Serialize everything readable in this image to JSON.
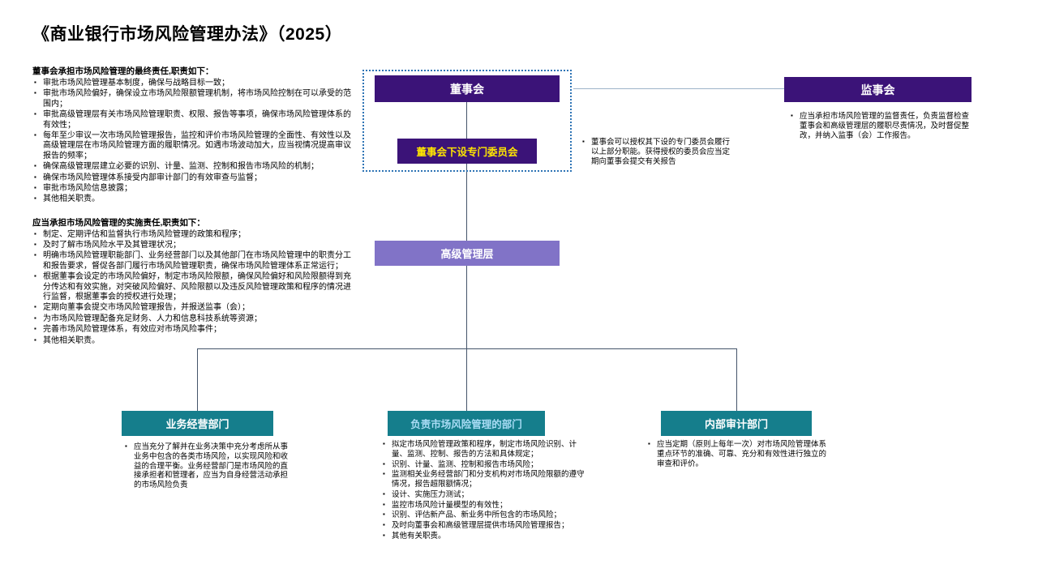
{
  "title": "《商业银行市场风险管理办法》（2025）",
  "left": {
    "section1": {
      "heading": "董事会承担市场风险管理的最终责任,职责如下：",
      "bullets": [
        "审批市场风险管理基本制度，确保与战略目标一致；",
        "审批市场风险偏好，确保设立市场风险限额管理机制，将市场风险控制在可以承受的范围内；",
        "审批高级管理层有关市场风险管理职责、权限、报告等事项，确保市场风险管理体系的有效性；",
        "每年至少审议一次市场风险管理报告，监控和评价市场风险管理的全面性、有效性以及高级管理层在市场风险管理方面的履职情况。如遇市场波动加大，应当视情况提高审议报告的频率；",
        "确保高级管理层建立必要的识别、计量、监测、控制和报告市场风险的机制；",
        "确保市场风险管理体系接受内部审计部门的有效审查与监督；",
        "审批市场风险信息披露；",
        "其他相关职责。"
      ]
    },
    "section2": {
      "heading": "应当承担市场风险管理的实施责任,职责如下：",
      "bullets": [
        "制定、定期评估和监督执行市场风险管理的政策和程序；",
        "及时了解市场风险水平及其管理状况；",
        "明确市场风险管理职能部门、业务经营部门以及其他部门在市场风险管理中的职责分工和报告要求，督促各部门履行市场风险管理职责，确保市场风险管理体系正常运行；",
        "根据董事会设定的市场风险偏好，制定市场风险限额，确保风险偏好和风险限额得到充分传达和有效实施，对突破风险偏好、风险限额以及违反风险管理政策和程序的情况进行监督，根据董事会的授权进行处理；",
        "定期向董事会提交市场风险管理报告，并报送监事（会）；",
        "为市场风险管理配备充足财务、人力和信息科技系统等资源；",
        "完善市场风险管理体系，有效应对市场风险事件；",
        "其他相关职责。"
      ]
    }
  },
  "chart": {
    "board": "董事会",
    "board_committee": "董事会下设专门委员会",
    "supervisors": "监事会",
    "senior_mgmt": "高级管理层",
    "business_dept": "业务经营部门",
    "risk_dept": "负责市场风险管理的部门",
    "audit_dept": "内部审计部门"
  },
  "notes": {
    "committee_note": "董事会可以授权其下设的专门委员会履行以上部分职能。获得授权的委员会应当定期向董事会提交有关报告",
    "supervisors_note": "应当承担市场风险管理的监督责任，负责监督检查董事会和高级管理层的履职尽责情况，及时督促整改，并纳入监事（会）工作报告。"
  },
  "bottom": {
    "business": {
      "bullets": [
        "应当充分了解并在业务决策中充分考虑所从事业务中包含的各类市场风险，以实现风险和收益的合理平衡。业务经营部门是市场风险的直接承担者和管理者，应当为自身经营活动承担的市场风险负责"
      ]
    },
    "risk": {
      "bullets": [
        "拟定市场风险管理政策和程序，制定市场风险识别、计量、监测、控制、报告的方法和具体规定；",
        "识别、计量、监测、控制和报告市场风险；",
        "监测相关业务经营部门和分支机构对市场风险限额的遵守情况，报告超限额情况；",
        "设计、实施压力测试；",
        "监控市场风险计量模型的有效性；",
        "识别、评估新产品、新业务中所包含的市场风险；",
        "及时向董事会和高级管理层提供市场风险管理报告；",
        "其他有关职责。"
      ]
    },
    "audit": {
      "bullets": [
        "应当定期（原则上每年一次）对市场风险管理体系重点环节的准确、可靠、充分和有效性进行独立的审查和评价。"
      ]
    }
  },
  "colors": {
    "dark_purple": "#3B1378",
    "mid_purple": "#8173C7",
    "teal": "#157E8C",
    "committee_text": "#FFE600",
    "risk_dept_text": "#A9DCF5",
    "dashed_outline": "#2E74B5",
    "connector": "#44546A"
  }
}
